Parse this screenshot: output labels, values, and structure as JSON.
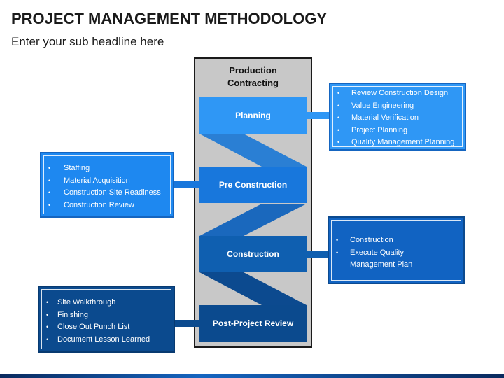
{
  "header": {
    "title": "PROJECT MANAGEMENT METHODOLOGY",
    "subtitle": "Enter your sub headline here"
  },
  "column": {
    "title_line1": "Production",
    "title_line2": "Contracting"
  },
  "stages": [
    {
      "label": "Planning"
    },
    {
      "label": "Pre Construction"
    },
    {
      "label": "Construction"
    },
    {
      "label": "Post-Project Review"
    }
  ],
  "boxes": {
    "planning": {
      "items": [
        "Review Construction Design",
        "Value Engineering",
        "Material Verification",
        "Project Planning",
        "Quality Management Planning"
      ]
    },
    "pre_construction": {
      "items": [
        "Staffing",
        "Material Acquisition",
        "Construction  Site Readiness",
        "Construction Review"
      ]
    },
    "construction": {
      "items": [
        "Construction",
        "Execute Quality",
        "Management Plan"
      ]
    },
    "post_project": {
      "items": [
        "Site Walkthrough",
        "Finishing",
        "Close Out Punch List",
        "Document Lesson Learned"
      ]
    }
  },
  "colors": {
    "light_blue": "#2f97f5",
    "mid_blue": "#1877dc",
    "blue": "#0f5fb0",
    "dark_blue": "#0b4a8e"
  }
}
